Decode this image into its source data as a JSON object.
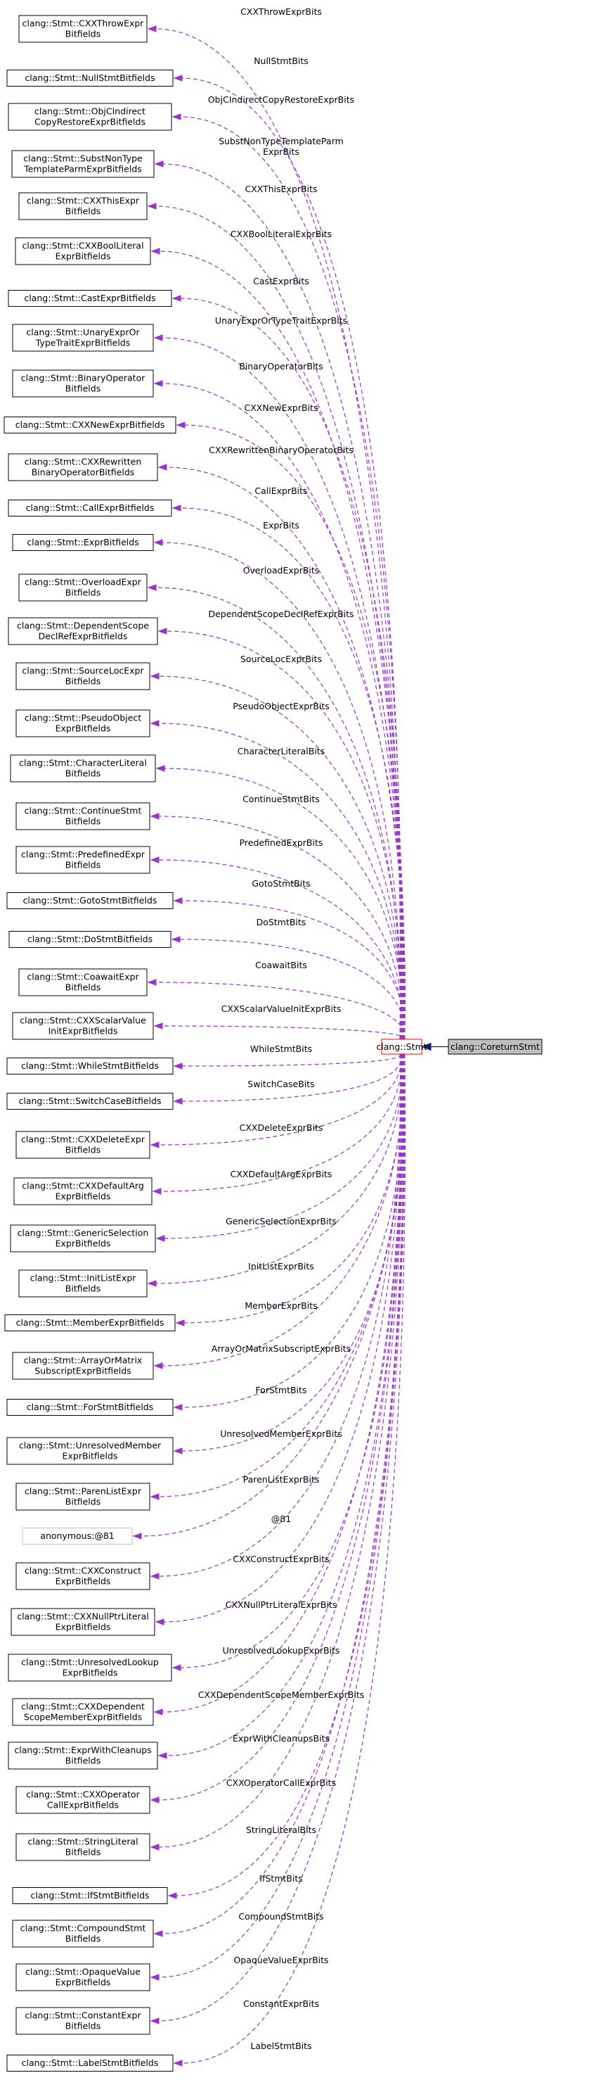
{
  "diagram": {
    "main_node": "clang::Stmt",
    "focus_node": "clang::CoreturnStmt",
    "colors": {
      "member_edge": "#9a32cd",
      "inherit_edge": "#191970",
      "stmt_border": "#ff0000",
      "focus_fill": "#bfbfbf",
      "anon_border": "#bfbfbf"
    },
    "members": [
      {
        "lines": [
          "clang::Stmt::CXXThrowExpr",
          "Bitfields"
        ],
        "label": [
          "CXXThrowExprBits"
        ]
      },
      {
        "lines": [
          "clang::Stmt::NullStmtBitfields"
        ],
        "label": [
          "NullStmtBits"
        ]
      },
      {
        "lines": [
          "clang::Stmt::ObjCIndirect",
          "CopyRestoreExprBitfields"
        ],
        "label": [
          "ObjCIndirectCopyRestoreExprBits"
        ]
      },
      {
        "lines": [
          "clang::Stmt::SubstNonType",
          "TemplateParmExprBitfields"
        ],
        "label": [
          "SubstNonTypeTemplateParm",
          "ExprBits"
        ]
      },
      {
        "lines": [
          "clang::Stmt::CXXThisExpr",
          "Bitfields"
        ],
        "label": [
          "CXXThisExprBits"
        ]
      },
      {
        "lines": [
          "clang::Stmt::CXXBoolLiteral",
          "ExprBitfields"
        ],
        "label": [
          "CXXBoolLiteralExprBits"
        ]
      },
      {
        "lines": [
          "clang::Stmt::CastExprBitfields"
        ],
        "label": [
          "CastExprBits"
        ]
      },
      {
        "lines": [
          "clang::Stmt::UnaryExprOr",
          "TypeTraitExprBitfields"
        ],
        "label": [
          "UnaryExprOrTypeTraitExprBits"
        ]
      },
      {
        "lines": [
          "clang::Stmt::BinaryOperator",
          "Bitfields"
        ],
        "label": [
          "BinaryOperatorBits"
        ]
      },
      {
        "lines": [
          "clang::Stmt::CXXNewExprBitfields"
        ],
        "label": [
          "CXXNewExprBits"
        ]
      },
      {
        "lines": [
          "clang::Stmt::CXXRewritten",
          "BinaryOperatorBitfields"
        ],
        "label": [
          "CXXRewrittenBinaryOperatorBits"
        ]
      },
      {
        "lines": [
          "clang::Stmt::CallExprBitfields"
        ],
        "label": [
          "CallExprBits"
        ]
      },
      {
        "lines": [
          "clang::Stmt::ExprBitfields"
        ],
        "label": [
          "ExprBits"
        ]
      },
      {
        "lines": [
          "clang::Stmt::OverloadExpr",
          "Bitfields"
        ],
        "label": [
          "OverloadExprBits"
        ]
      },
      {
        "lines": [
          "clang::Stmt::DependentScope",
          "DeclRefExprBitfields"
        ],
        "label": [
          "DependentScopeDeclRefExprBits"
        ]
      },
      {
        "lines": [
          "clang::Stmt::SourceLocExpr",
          "Bitfields"
        ],
        "label": [
          "SourceLocExprBits"
        ]
      },
      {
        "lines": [
          "clang::Stmt::PseudoObject",
          "ExprBitfields"
        ],
        "label": [
          "PseudoObjectExprBits"
        ]
      },
      {
        "lines": [
          "clang::Stmt::CharacterLiteral",
          "Bitfields"
        ],
        "label": [
          "CharacterLiteralBits"
        ]
      },
      {
        "lines": [
          "clang::Stmt::ContinueStmt",
          "Bitfields"
        ],
        "label": [
          "ContinueStmtBits"
        ]
      },
      {
        "lines": [
          "clang::Stmt::PredefinedExpr",
          "Bitfields"
        ],
        "label": [
          "PredefinedExprBits"
        ]
      },
      {
        "lines": [
          "clang::Stmt::GotoStmtBitfields"
        ],
        "label": [
          "GotoStmtBits"
        ]
      },
      {
        "lines": [
          "clang::Stmt::DoStmtBitfields"
        ],
        "label": [
          "DoStmtBits"
        ]
      },
      {
        "lines": [
          "clang::Stmt::CoawaitExpr",
          "Bitfields"
        ],
        "label": [
          "CoawaitBits"
        ]
      },
      {
        "lines": [
          "clang::Stmt::CXXScalarValue",
          "InitExprBitfields"
        ],
        "label": [
          "CXXScalarValueInitExprBits"
        ]
      },
      {
        "lines": [
          "clang::Stmt::WhileStmtBitfields"
        ],
        "label": [
          "WhileStmtBits"
        ]
      },
      {
        "lines": [
          "clang::Stmt::SwitchCaseBitfields"
        ],
        "label": [
          "SwitchCaseBits"
        ]
      },
      {
        "lines": [
          "clang::Stmt::CXXDeleteExpr",
          "Bitfields"
        ],
        "label": [
          "CXXDeleteExprBits"
        ]
      },
      {
        "lines": [
          "clang::Stmt::CXXDefaultArg",
          "ExprBitfields"
        ],
        "label": [
          "CXXDefaultArgExprBits"
        ]
      },
      {
        "lines": [
          "clang::Stmt::GenericSelection",
          "ExprBitfields"
        ],
        "label": [
          "GenericSelectionExprBits"
        ]
      },
      {
        "lines": [
          "clang::Stmt::InitListExpr",
          "Bitfields"
        ],
        "label": [
          "InitListExprBits"
        ]
      },
      {
        "lines": [
          "clang::Stmt::MemberExprBitfields"
        ],
        "label": [
          "MemberExprBits"
        ]
      },
      {
        "lines": [
          "clang::Stmt::ArrayOrMatrix",
          "SubscriptExprBitfields"
        ],
        "label": [
          "ArrayOrMatrixSubscriptExprBits"
        ]
      },
      {
        "lines": [
          "clang::Stmt::ForStmtBitfields"
        ],
        "label": [
          "ForStmtBits"
        ]
      },
      {
        "lines": [
          "clang::Stmt::UnresolvedMember",
          "ExprBitfields"
        ],
        "label": [
          "UnresolvedMemberExprBits"
        ]
      },
      {
        "lines": [
          "clang::Stmt::ParenListExpr",
          "Bitfields"
        ],
        "label": [
          "ParenListExprBits"
        ]
      },
      {
        "lines": [
          "anonymous:@81"
        ],
        "label": [
          "@81"
        ],
        "anon": true
      },
      {
        "lines": [
          "clang::Stmt::CXXConstruct",
          "ExprBitfields"
        ],
        "label": [
          "CXXConstructExprBits"
        ]
      },
      {
        "lines": [
          "clang::Stmt::CXXNullPtrLiteral",
          "ExprBitfields"
        ],
        "label": [
          "CXXNullPtrLiteralExprBits"
        ]
      },
      {
        "lines": [
          "clang::Stmt::UnresolvedLookup",
          "ExprBitfields"
        ],
        "label": [
          "UnresolvedLookupExprBits"
        ]
      },
      {
        "lines": [
          "clang::Stmt::CXXDependent",
          "ScopeMemberExprBitfields"
        ],
        "label": [
          "CXXDependentScopeMemberExprBits"
        ]
      },
      {
        "lines": [
          "clang::Stmt::ExprWithCleanups",
          "Bitfields"
        ],
        "label": [
          "ExprWithCleanupsBits"
        ]
      },
      {
        "lines": [
          "clang::Stmt::CXXOperator",
          "CallExprBitfields"
        ],
        "label": [
          "CXXOperatorCallExprBits"
        ]
      },
      {
        "lines": [
          "clang::Stmt::StringLiteral",
          "Bitfields"
        ],
        "label": [
          "StringLiteralBits"
        ]
      },
      {
        "lines": [
          "clang::Stmt::IfStmtBitfields"
        ],
        "label": [
          "IfStmtBits"
        ]
      },
      {
        "lines": [
          "clang::Stmt::CompoundStmt",
          "Bitfields"
        ],
        "label": [
          "CompoundStmtBits"
        ]
      },
      {
        "lines": [
          "clang::Stmt::OpaqueValue",
          "ExprBitfields"
        ],
        "label": [
          "OpaqueValueExprBits"
        ]
      },
      {
        "lines": [
          "clang::Stmt::ConstantExpr",
          "Bitfields"
        ],
        "label": [
          "ConstantExprBits"
        ]
      },
      {
        "lines": [
          "clang::Stmt::LabelStmtBitfields"
        ],
        "label": [
          "LabelStmtBits"
        ]
      }
    ]
  }
}
